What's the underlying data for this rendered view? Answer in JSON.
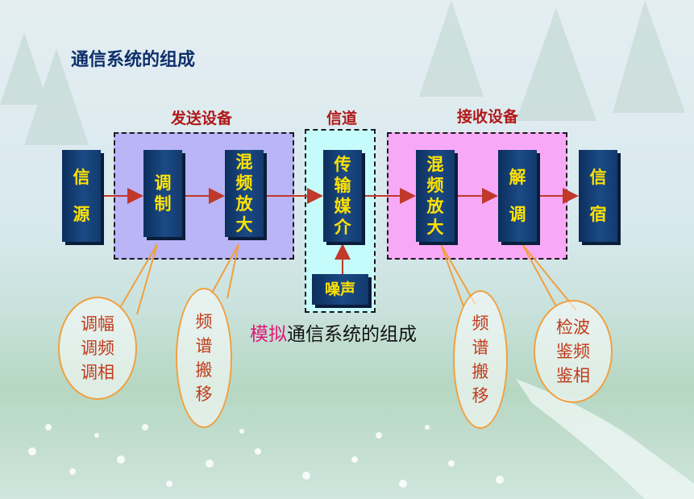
{
  "title": "通信系统的组成",
  "groups": {
    "send": "发送设备",
    "channel": "信道",
    "receive": "接收设备"
  },
  "blocks": {
    "source": [
      "信",
      "源"
    ],
    "modulation": [
      "调",
      "制"
    ],
    "tx_mixer": [
      "混",
      "频",
      "放",
      "大"
    ],
    "medium": [
      "传",
      "输",
      "媒",
      "介"
    ],
    "noise": "噪声",
    "rx_mixer": [
      "混",
      "频",
      "放",
      "大"
    ],
    "demodulation": [
      "解",
      "调"
    ],
    "sink": [
      "信",
      "宿"
    ]
  },
  "callouts": {
    "modulation": [
      "调幅",
      "调频",
      "调相"
    ],
    "tx_shift": [
      "频",
      "谱",
      "搬",
      "移"
    ],
    "rx_shift": [
      "频",
      "谱",
      "搬",
      "移"
    ],
    "demodulation": [
      "检波",
      "鉴频",
      "鉴相"
    ]
  },
  "caption": {
    "highlight": "模拟",
    "rest": "通信系统的组成"
  },
  "colors": {
    "send_region": "#b9b5f6",
    "channel_region": "#c6fbfb",
    "receive_region": "#f7a9f7",
    "arrow": "#c0392b",
    "block_text": "#ffe200",
    "callout_border": "#f0a040",
    "callout_text": "#c23a1a",
    "title": "#0e2f6b",
    "group_label": "#b01818",
    "caption_highlight": "#e0177a"
  }
}
